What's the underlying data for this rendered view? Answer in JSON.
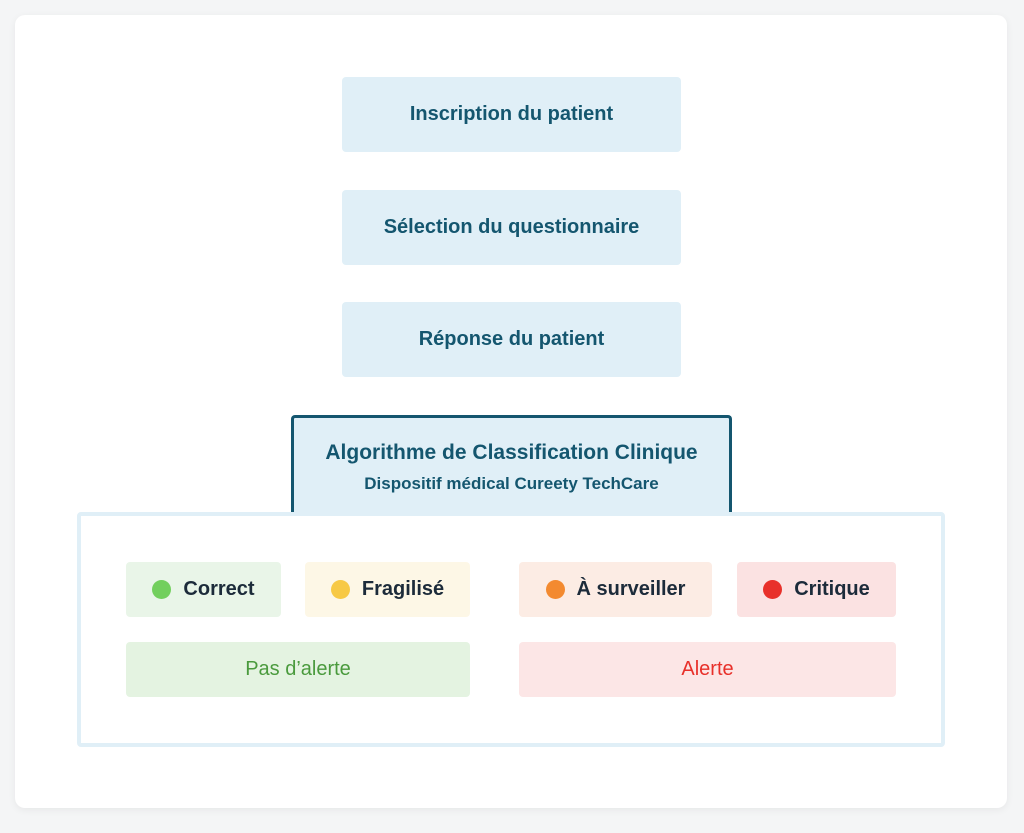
{
  "steps": [
    {
      "label": "Inscription du patient"
    },
    {
      "label": "Sélection du questionnaire"
    },
    {
      "label": "Réponse du patient"
    }
  ],
  "algorithm": {
    "title": "Algorithme de Classification Clinique",
    "subtitle": "Dispositif médical Cureety TechCare"
  },
  "statuses": [
    {
      "label": "Correct",
      "dot_color": "#72cf5d",
      "bg_color": "#e9f5e8"
    },
    {
      "label": "Fragilisé",
      "dot_color": "#f7c945",
      "bg_color": "#fdf7e6"
    },
    {
      "label": "À surveiller",
      "dot_color": "#f38a30",
      "bg_color": "#fcece4"
    },
    {
      "label": "Critique",
      "dot_color": "#e8302a",
      "bg_color": "#fbe2e2"
    }
  ],
  "groups": [
    {
      "label": "Pas d’alerte",
      "text_color": "#4a9a3d",
      "bg_color": "#e4f3e1"
    },
    {
      "label": "Alerte",
      "text_color": "#e8302a",
      "bg_color": "#fce6e6"
    }
  ],
  "colors": {
    "primary": "#14566f",
    "step_bg": "#e0eff7"
  }
}
